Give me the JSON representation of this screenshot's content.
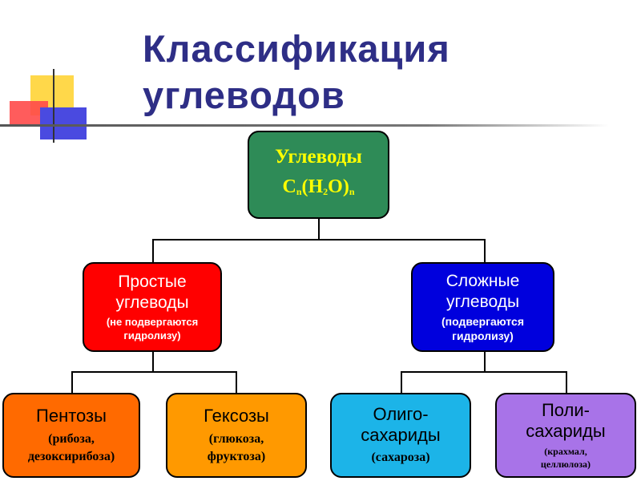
{
  "title": {
    "line1": "Классификация",
    "line2": "углеводов"
  },
  "root": {
    "label": "Углеводы",
    "formula": {
      "c": "C",
      "n1": "n",
      "h": "(H",
      "two": "2",
      "o": "O)",
      "n2": "n"
    }
  },
  "simple": {
    "line1": "Простые",
    "line2": "углеводы",
    "note": "(не подвергаются гидролизу)"
  },
  "complex": {
    "line1": "Сложные",
    "line2": "углеводы",
    "note": "(подвергаются гидролизу)"
  },
  "pentoses": {
    "name": "Пентозы",
    "examples_1": "(рибоза,",
    "examples_2": "дезоксирибоза)"
  },
  "hexoses": {
    "name": "Гексозы",
    "examples_1": "(глюкоза,",
    "examples_2": "фруктоза)"
  },
  "oligo": {
    "line1": "Олиго-",
    "line2": "сахариды",
    "examples": "(сахароза)"
  },
  "poly": {
    "line1": "Поли-",
    "line2": "сахариды",
    "examples_1": "(крахмал,",
    "examples_2": "целлюлоза)"
  },
  "colors": {
    "title": "#2e2e86",
    "root": "#2e8b57",
    "simple": "#ff0000",
    "complex": "#0000dd",
    "pentoses": "#ff6a00",
    "hexoses": "#ff9900",
    "oligo": "#1cb4e8",
    "poly": "#a873e8"
  }
}
